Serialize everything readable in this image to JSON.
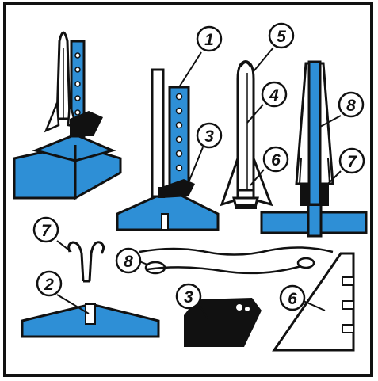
{
  "colors": {
    "background": "#ffffff",
    "ink": "#111111",
    "blue": "#2e8fd6"
  },
  "callouts": [
    {
      "id": "c1",
      "text": "1"
    },
    {
      "id": "c2",
      "text": "2"
    },
    {
      "id": "c3a",
      "text": "3"
    },
    {
      "id": "c3b",
      "text": "3"
    },
    {
      "id": "c4",
      "text": "4"
    },
    {
      "id": "c5",
      "text": "5"
    },
    {
      "id": "c6a",
      "text": "6"
    },
    {
      "id": "c6b",
      "text": "6"
    },
    {
      "id": "c7a",
      "text": "7"
    },
    {
      "id": "c7b",
      "text": "7"
    },
    {
      "id": "c8a",
      "text": "8"
    },
    {
      "id": "c8b",
      "text": "8"
    }
  ]
}
